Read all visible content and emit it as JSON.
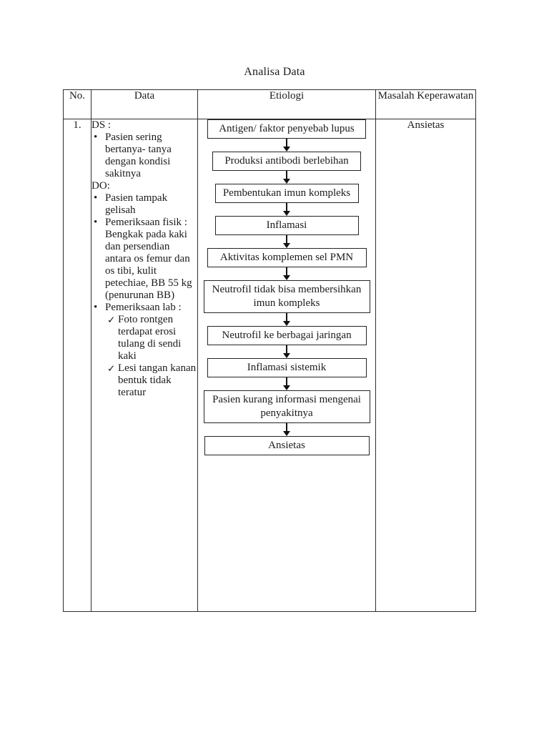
{
  "title": "Analisa Data",
  "glyphs": {
    "bullet": "•",
    "check": "✓"
  },
  "table": {
    "headers": [
      "No.",
      "Data",
      "Etiologi",
      "Masalah Keperawatan"
    ],
    "row": {
      "no": "1.",
      "data": {
        "ds_label": "DS :",
        "ds_item": "Pasien sering bertanya- tanya dengan kondisi sakitnya",
        "do_label": "DO:",
        "do_item_1": "Pasien tampak gelisah",
        "do_item_2": "Pemeriksaan fisik : Bengkak pada kaki dan persendian antara os femur dan os tibi, kulit petechiae, BB 55 kg (penurunan BB)",
        "do_item_3": "Pemeriksaan lab :",
        "lab_item_1": "Foto rontgen terdapat erosi tulang di sendi kaki",
        "lab_item_2": "Lesi tangan kanan bentuk tidak teratur"
      },
      "etiologi_flow": [
        "Antigen/ faktor penyebab lupus",
        "Produksi antibodi berlebihan",
        "Pembentukan imun kompleks",
        "Inflamasi",
        "Aktivitas komplemen sel PMN",
        "Neutrofil tidak bisa membersihkan imun kompleks",
        "Neutrofil ke berbagai jaringan",
        "Inflamasi sistemik",
        "Pasien kurang informasi mengenai penyakitnya",
        "Ansietas"
      ],
      "masalah": "Ansietas"
    }
  }
}
